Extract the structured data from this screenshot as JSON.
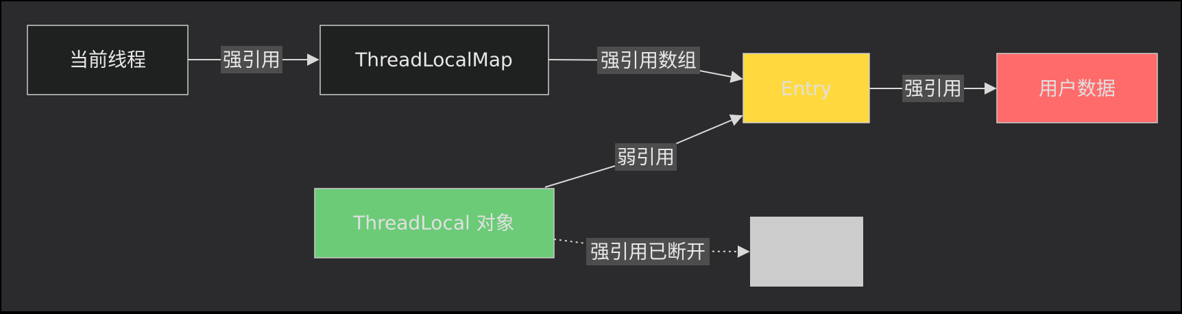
{
  "colors": {
    "canvas": "#2b2b2d",
    "dark_node_fill": "#1f2020",
    "dark_node_stroke": "#cccccc",
    "entry_fill": "#ffd93d",
    "user_data_fill": "#ff6b6b",
    "threadlocal_fill": "#6bcb77",
    "blank_fill": "#cccccc",
    "edge_label_bg": "#4d4d4d",
    "dark_node_text": "#e8e8e8",
    "light_node_text": "#e0e0e0"
  },
  "nodes": {
    "current_thread": {
      "label": "当前线程"
    },
    "thread_local_map": {
      "label": "ThreadLocalMap"
    },
    "entry": {
      "label": "Entry"
    },
    "user_data": {
      "label": "用户数据"
    },
    "thread_local_object": {
      "label": "ThreadLocal 对象"
    },
    "blank": {
      "label": ""
    }
  },
  "edges": {
    "thread_to_map": {
      "label": "强引用"
    },
    "map_to_entry": {
      "label": "强引用数组"
    },
    "entry_to_user_data": {
      "label": "强引用"
    },
    "threadlocal_to_entry": {
      "label": "弱引用"
    },
    "threadlocal_to_blank": {
      "label": "强引用已断开"
    }
  }
}
